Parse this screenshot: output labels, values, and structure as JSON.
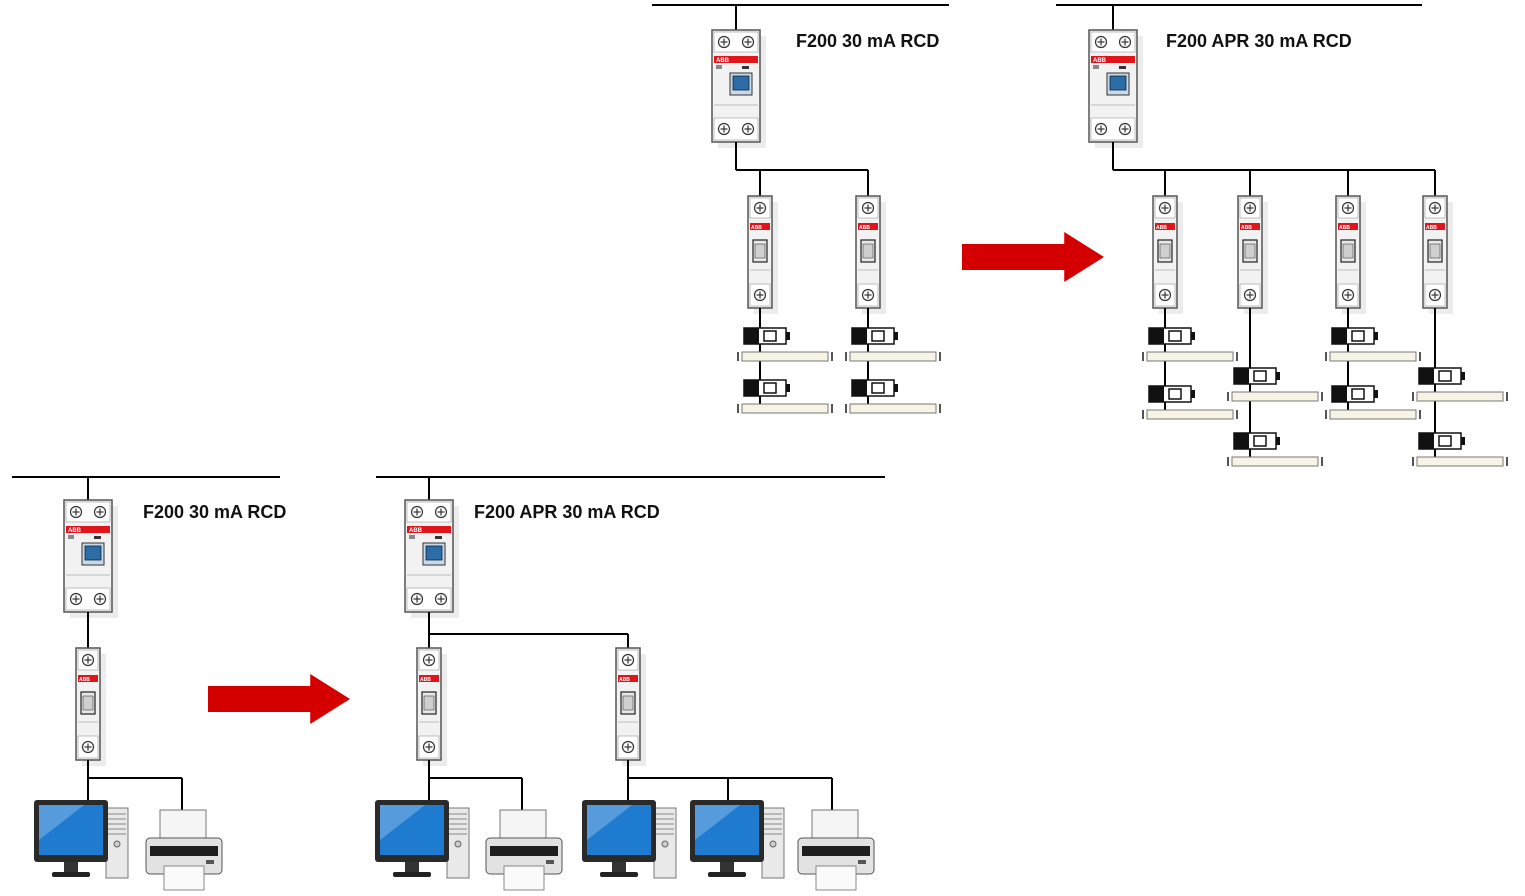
{
  "labels": {
    "top_left": "F200 30 mA RCD",
    "top_right": "F200 APR 30 mA RCD",
    "bottom_left": "F200 30 mA RCD",
    "bottom_right": "F200 APR 30 mA RCD"
  },
  "device_brand": "ABB",
  "colors": {
    "arrow": "#d40000",
    "device_red": "#e0141b",
    "wire": "#000000",
    "screen": "#1e7bd0"
  },
  "scenarios": [
    {
      "name": "lighting",
      "before": {
        "rcd": "F200 30 mA RCD",
        "mcb_count": 2,
        "lamps_per_mcb": [
          2,
          2
        ]
      },
      "after": {
        "rcd": "F200 APR 30 mA RCD",
        "mcb_count": 4,
        "lamps_per_mcb": [
          2,
          2,
          2,
          2
        ]
      }
    },
    {
      "name": "computers",
      "before": {
        "rcd": "F200 30 mA RCD",
        "mcb_count": 1,
        "loads": [
          "computer",
          "printer"
        ]
      },
      "after": {
        "rcd": "F200 APR 30 mA RCD",
        "mcb_count": 2,
        "loads": [
          [
            "computer",
            "printer"
          ],
          [
            "computer",
            "computer",
            "printer"
          ]
        ]
      }
    }
  ]
}
